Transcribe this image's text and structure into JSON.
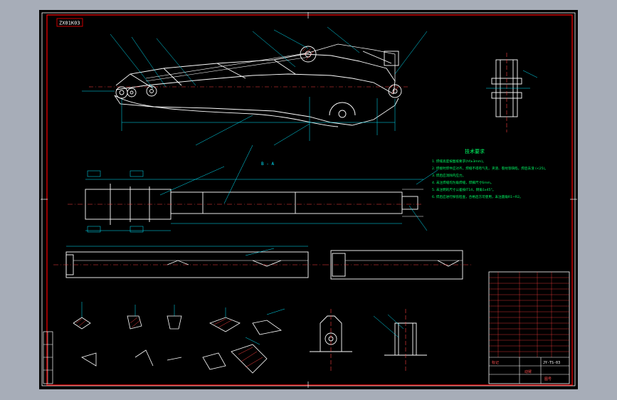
{
  "drawing": {
    "stamp": "ZX01K03",
    "section_label": "B - A",
    "notes": {
      "title": "技术要求",
      "lines": [
        "1. 焊缝高度按图纸要求(hf≥3mm)。",
        "2. 焊接时焊件应对齐，焊缝不得有气孔、夹渣、裂纹等缺陷，焊后去渣 (<25)。",
        "3. 焊后应消除内应力。",
        "4. 未注焊缝均为角焊缝，焊脚尺寸6mm。",
        "5. 未注明的尺寸公差按IT14，倒角1x45°。",
        "6. 焊后应进行探伤检查，合格后方可使用，未注圆角R1~R2。"
      ]
    },
    "colors": {
      "frame": "#ff0000",
      "geometry": "#ffffff",
      "annotation": "#00e8ff",
      "notes": "#00ff66",
      "hatch": "#ff4040",
      "titleblock_text": "#ff5050"
    },
    "titleblock": {
      "name": "JY-TS-03",
      "left": "标记",
      "mid": "动臂",
      "right": "图号"
    }
  }
}
